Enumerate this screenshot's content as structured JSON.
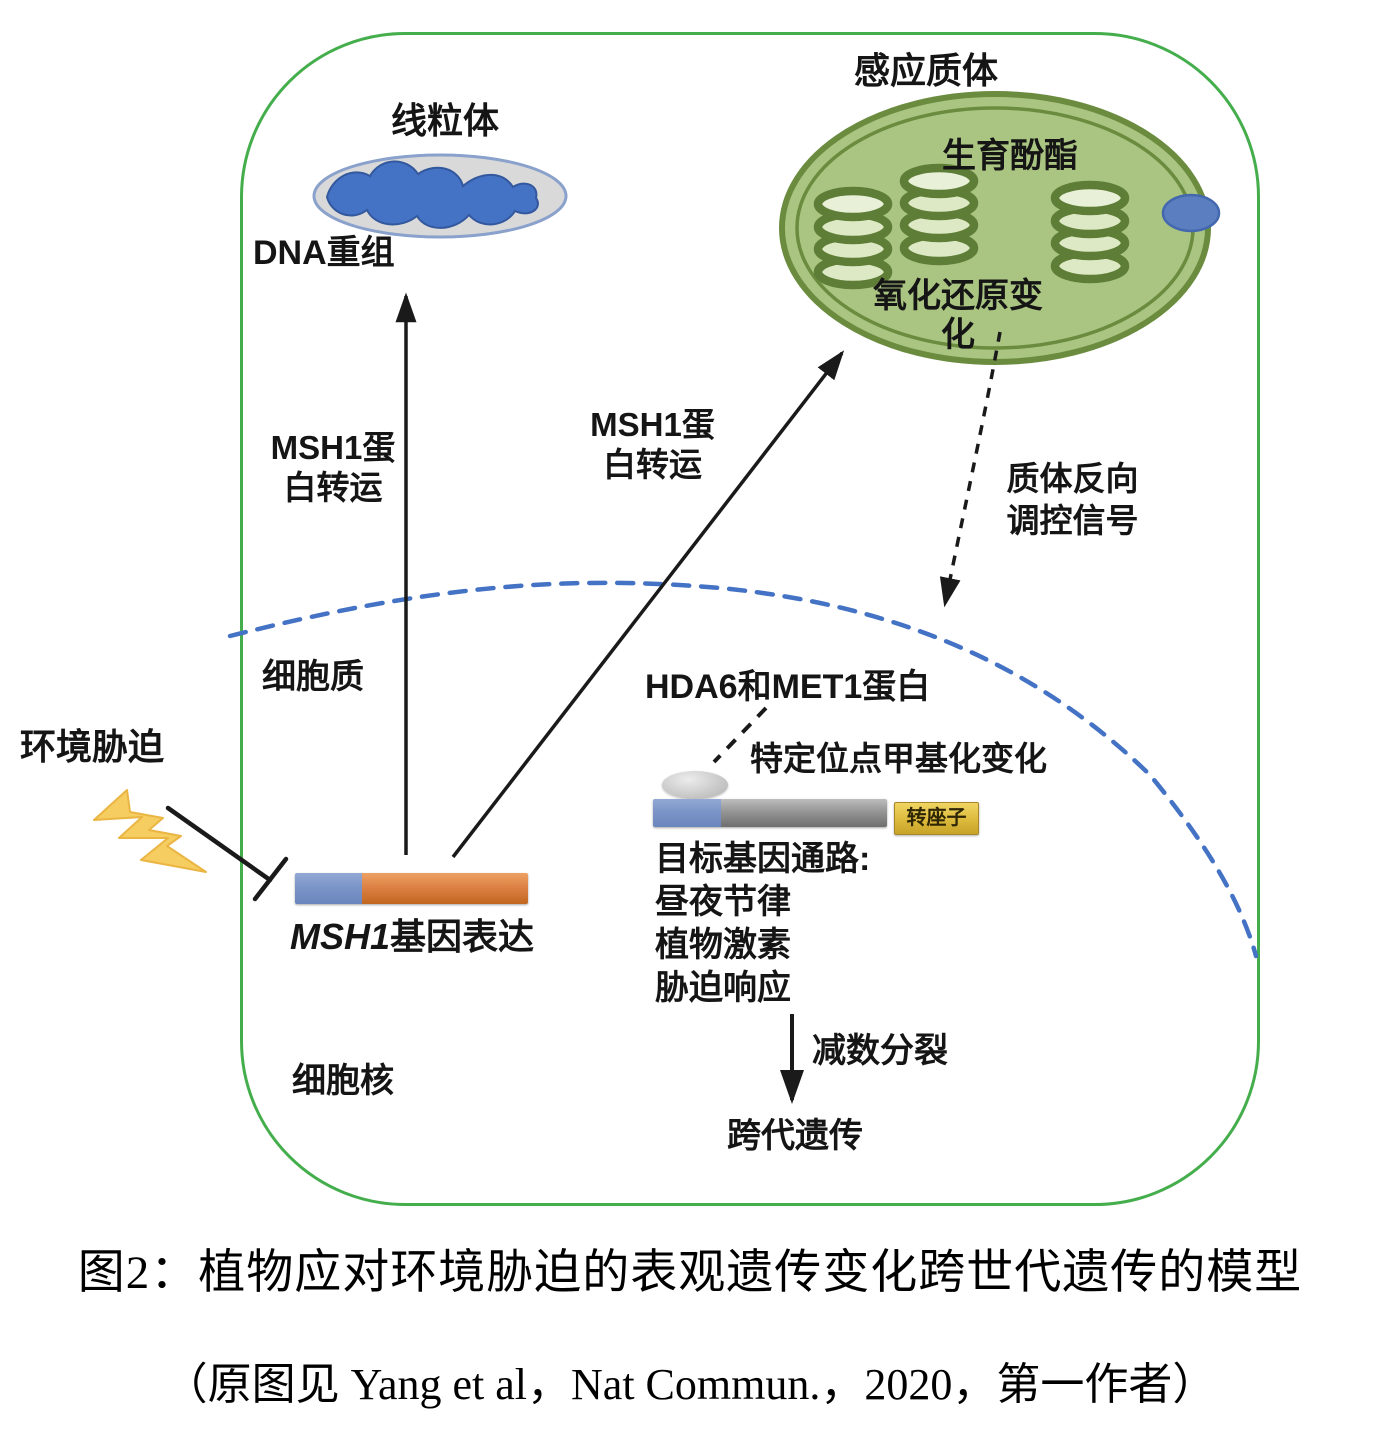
{
  "figure": {
    "cell": {
      "cytoplasm_label": "细胞质",
      "nucleus_label": "细胞核",
      "membrane_color": "#45ae4c",
      "nuclear_envelope_color": "#4472c4"
    },
    "mitochondrion": {
      "title": "线粒体",
      "dna_note": "DNA重组",
      "body_color": "#d9d9d9",
      "matrix_color": "#4472c4"
    },
    "plastid": {
      "title": "感应质体",
      "tocopherol": "生育酚酯",
      "redox": "氧化还原变化",
      "body_color": "#aac581",
      "outline_color": "#6b8c3f",
      "granum_fill": "#dde9c4",
      "vesicle_color": "#5b7ec0"
    },
    "signals": {
      "msh1_transport_left": "MSH1蛋\n白转运",
      "msh1_transport_right": "MSH1蛋\n白转运",
      "retrograde": "质体反向\n调控信号",
      "env_stress": "环境胁迫",
      "lightning_color": "#f6cd60",
      "meiosis": "减数分裂",
      "transgenerational": "跨代遗传"
    },
    "nucleus_content": {
      "hda6_met1": "HDA6和MET1蛋白",
      "methylation": "特定位点甲基化变化",
      "transposon": "转座子",
      "transposon_color": "#dcba3c",
      "pathways": [
        "目标基因通路:",
        "昼夜节律",
        "植物激素",
        "胁迫响应"
      ],
      "msh1_gene_name": "MSH1",
      "msh1_gene_suffix": "基因表达",
      "gene_blue": "#7b95c8",
      "gene_orange": "#dd8145"
    },
    "caption": {
      "line1": "图2：植物应对环境胁迫的表观遗传变化跨世代遗传的模型",
      "line2": "（原图见 Yang et al，Nat Commun.，2020，第一作者）"
    }
  }
}
